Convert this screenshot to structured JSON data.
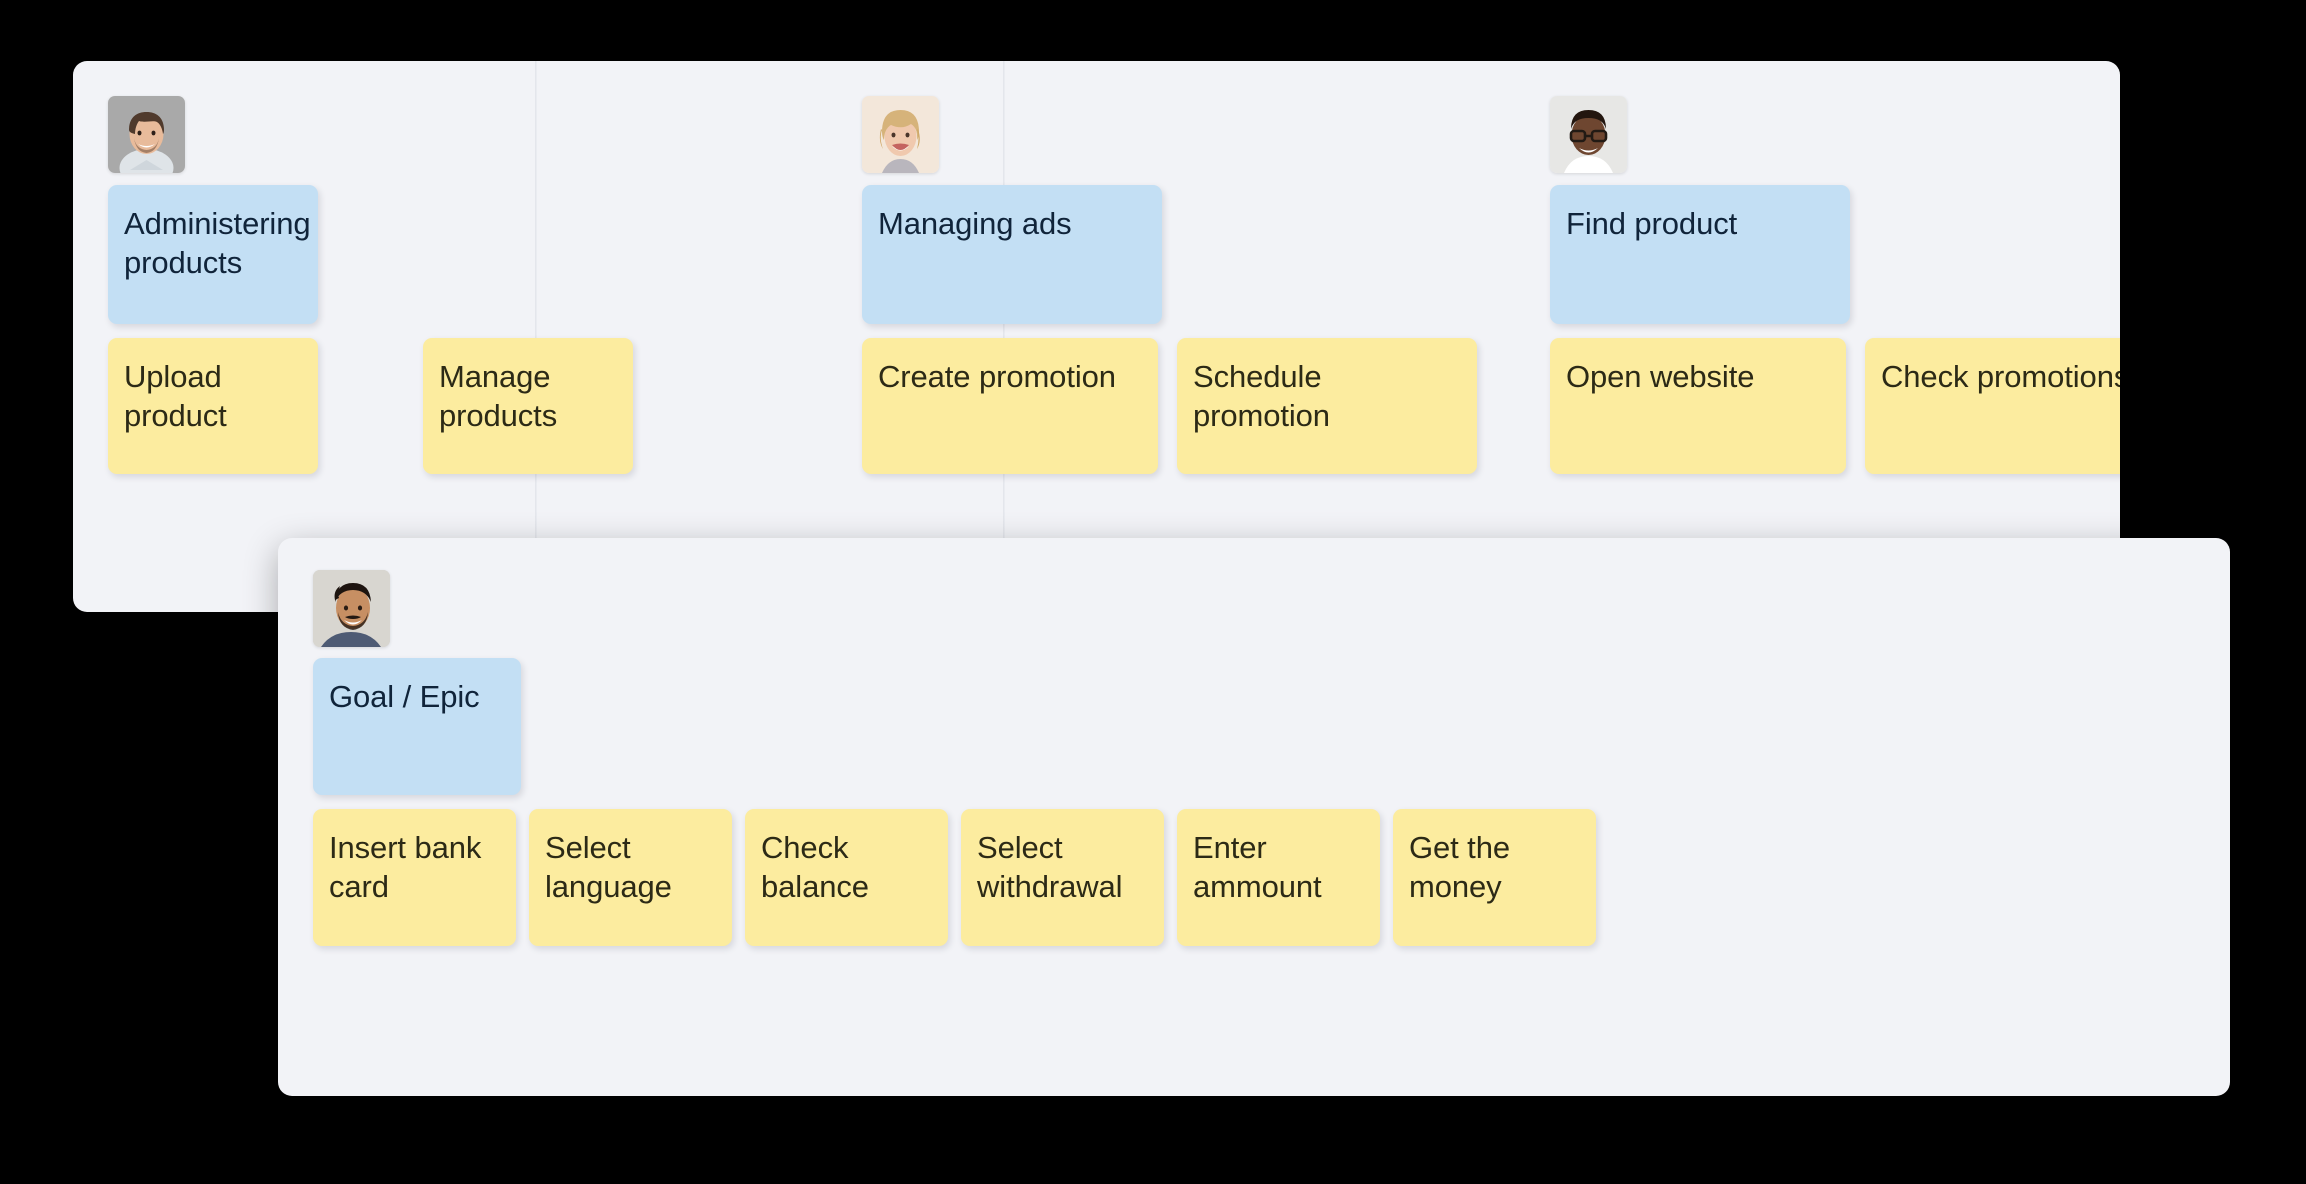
{
  "background_color": "#000000",
  "board_color": "#f2f3f7",
  "colors": {
    "goal_card": "#c3dff4",
    "task_card": "#fcec9f",
    "goal_text": "#10243a",
    "task_text": "#2c2a16",
    "divider": "#e4e6ec"
  },
  "back_board": {
    "name": "user-story-map-board",
    "columns": [
      {
        "id": "column-administering-products",
        "avatar": {
          "name": "avatar-male-light-grey-bg",
          "alt": "Smiling man with short brown hair and beard"
        },
        "goal": {
          "label": "Administering products"
        },
        "tasks": [
          {
            "label": "Upload product"
          },
          {
            "label": "Manage products"
          }
        ]
      },
      {
        "id": "column-managing-ads",
        "avatar": {
          "name": "avatar-female-blonde-cream-bg",
          "alt": "Smiling blonde woman"
        },
        "goal": {
          "label": "Managing ads"
        },
        "tasks": [
          {
            "label": "Create promotion"
          },
          {
            "label": "Schedule promotion"
          }
        ]
      },
      {
        "id": "column-find-product",
        "avatar": {
          "name": "avatar-male-glasses-light-bg",
          "alt": "Smiling man with glasses in white shirt"
        },
        "goal": {
          "label": "Find product"
        },
        "tasks": [
          {
            "label": "Open website"
          },
          {
            "label": "Check promotions"
          }
        ]
      }
    ]
  },
  "front_board": {
    "name": "goal-epic-board",
    "avatar": {
      "name": "avatar-male-beard-concrete-bg",
      "alt": "Smiling man with dark curly hair and beard"
    },
    "goal": {
      "label": "Goal / Epic"
    },
    "tasks": [
      {
        "label": "Insert bank card"
      },
      {
        "label": "Select language"
      },
      {
        "label": "Check balance"
      },
      {
        "label": "Select withdrawal"
      },
      {
        "label": "Enter ammount"
      },
      {
        "label": "Get the money"
      }
    ]
  }
}
